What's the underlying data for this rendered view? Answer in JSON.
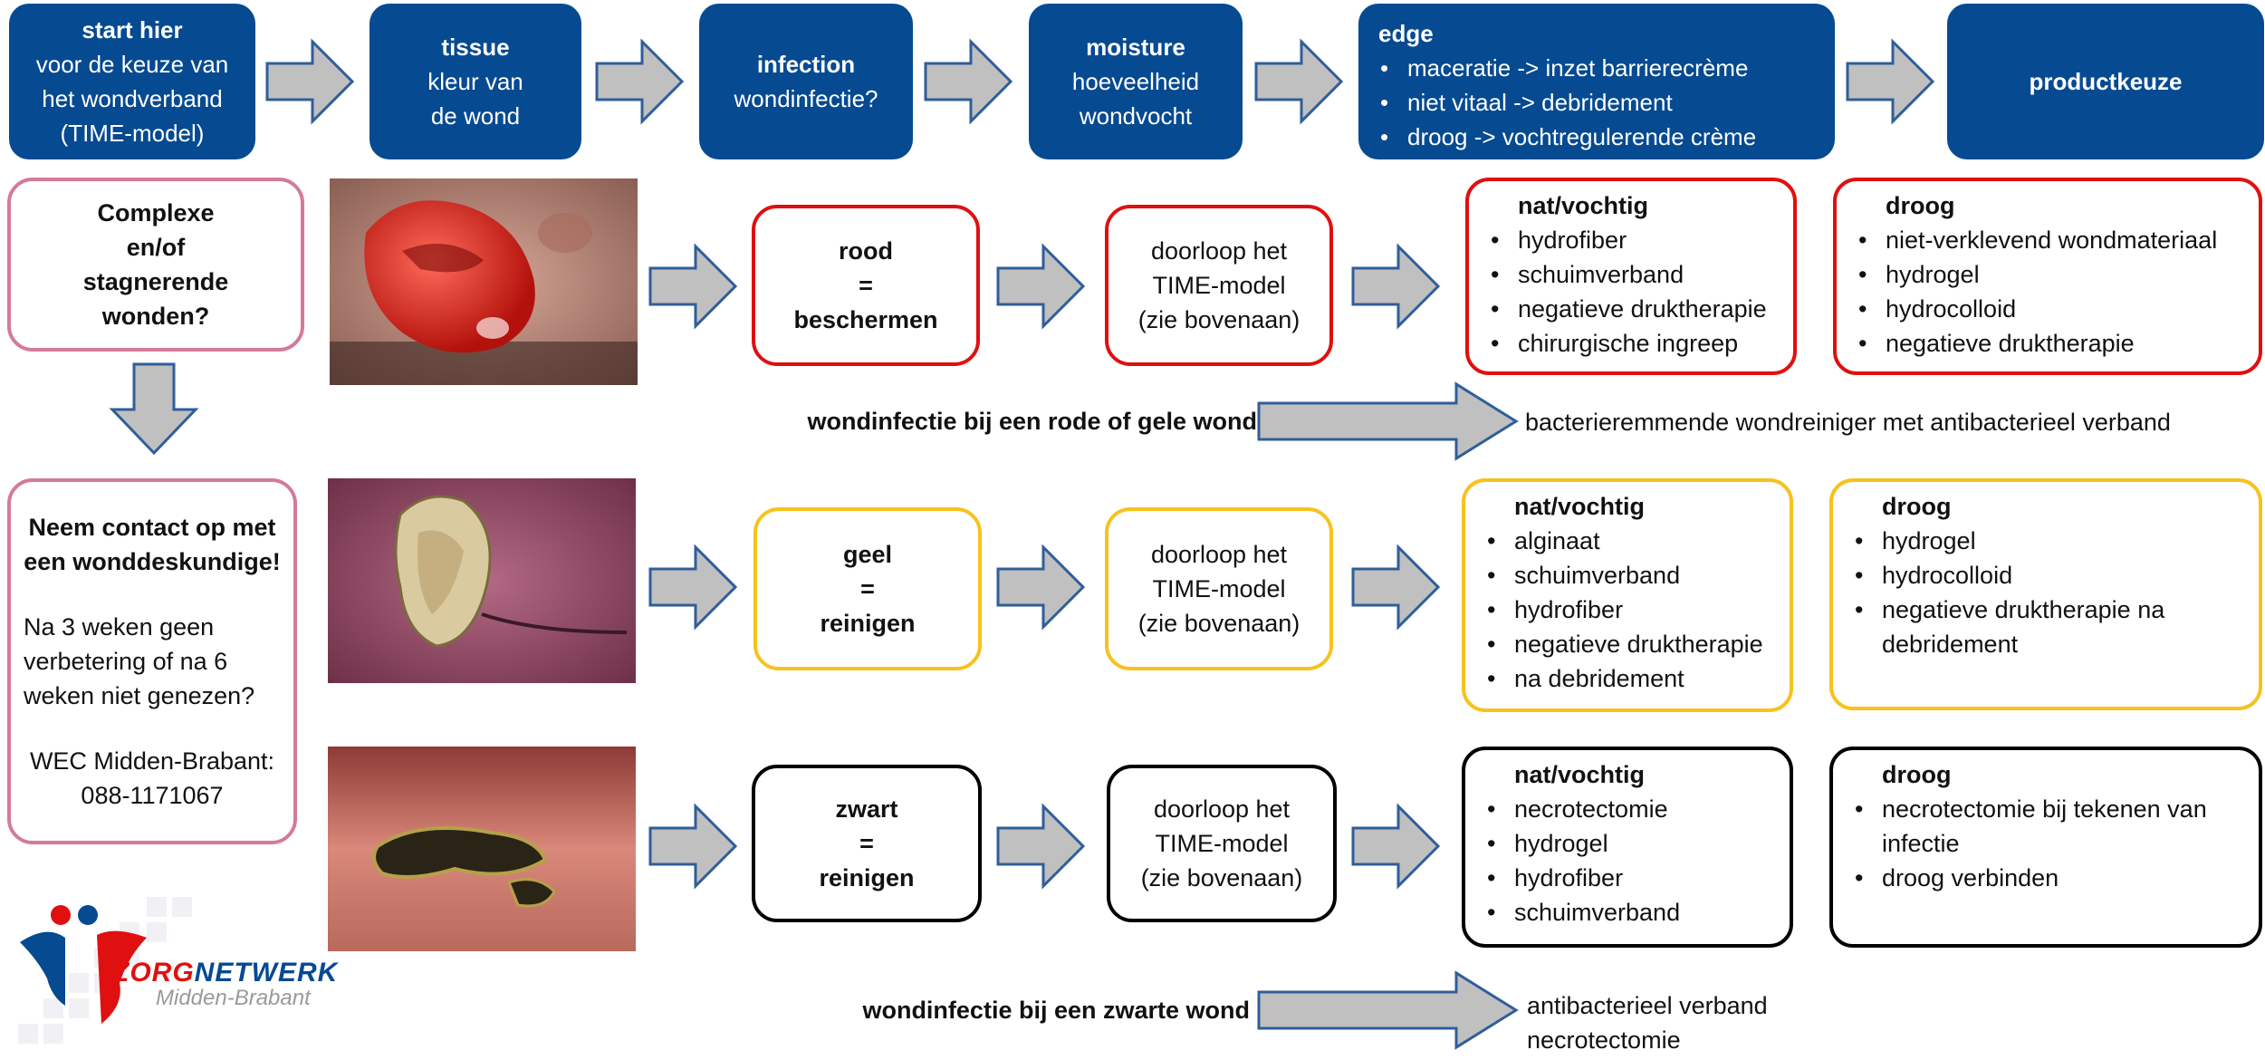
{
  "colors": {
    "navy": "#064a91",
    "red": "#e01010",
    "yellow": "#f7c21d",
    "pink": "#d47a9a",
    "arrow_fill": "#c0c0c0",
    "arrow_stroke": "#2f5e9a"
  },
  "top": {
    "start": {
      "title": "start hier",
      "line1": "voor de keuze van",
      "line2": "het wondverband",
      "line3": "(TIME-model)"
    },
    "tissue": {
      "title": "tissue",
      "line1": "kleur van",
      "line2": "de wond"
    },
    "infection": {
      "title": "infection",
      "line1": "wondinfectie?"
    },
    "moisture": {
      "title": "moisture",
      "line1": "hoeveelheid",
      "line2": "wondvocht"
    },
    "edge": {
      "title": "edge",
      "items": [
        "maceratie -> inzet barrierecrème",
        "niet vitaal -> debridement",
        "droog -> vochtregulerende crème"
      ]
    },
    "product": {
      "title": "productkeuze"
    }
  },
  "left": {
    "complex": {
      "line1": "Complexe",
      "line2": "en/of",
      "line3": "stagnerende",
      "line4": "wonden?"
    },
    "contact": {
      "heading1": "Neem contact op met",
      "heading2": "een wonddeskundige!",
      "text1": "Na 3 weken geen",
      "text2": "verbetering of na 6",
      "text3": "weken niet genezen?",
      "wec1": "WEC Midden-Brabant:",
      "wec2": "088-1171067"
    }
  },
  "rows": {
    "red": {
      "color": {
        "title": "rood",
        "eq": "=",
        "action": "beschermen"
      },
      "time": {
        "line1": "doorloop het",
        "line2": "TIME-model",
        "line3": "(zie bovenaan)"
      },
      "wet": {
        "title": "nat/vochtig",
        "items": [
          "hydrofiber",
          "schuimverband",
          "negatieve druktherapie",
          "chirurgische ingreep"
        ]
      },
      "dry": {
        "title": "droog",
        "items": [
          "niet-verklevend wondmateriaal",
          "hydrogel",
          "hydrocolloid",
          "negatieve druktherapie"
        ]
      }
    },
    "yellow": {
      "color": {
        "title": "geel",
        "eq": "=",
        "action": "reinigen"
      },
      "time": {
        "line1": "doorloop het",
        "line2": "TIME-model",
        "line3": "(zie bovenaan)"
      },
      "wet": {
        "title": "nat/vochtig",
        "items": [
          "alginaat",
          "schuimverband",
          "hydrofiber",
          "negatieve druktherapie",
          "na debridement"
        ]
      },
      "dry": {
        "title": "droog",
        "items": [
          "hydrogel",
          "hydrocolloid",
          "negatieve druktherapie na",
          "debridement"
        ]
      }
    },
    "black": {
      "color": {
        "title": "zwart",
        "eq": "=",
        "action": "reinigen"
      },
      "time": {
        "line1": "doorloop het",
        "line2": "TIME-model",
        "line3": "(zie bovenaan)"
      },
      "wet": {
        "title": "nat/vochtig",
        "items": [
          "necrotectomie",
          "hydrogel",
          "hydrofiber",
          "schuimverband"
        ]
      },
      "dry": {
        "title": "droog",
        "items": [
          "necrotectomie bij tekenen van",
          "infectie",
          "droog verbinden"
        ]
      }
    }
  },
  "infection_notes": {
    "red_yellow": {
      "label": "wondinfectie bij een rode of gele wond",
      "result": "bacterieremmende wondreiniger met antibacterieel verband"
    },
    "black": {
      "label": "wondinfectie bij een zwarte wond",
      "result1": "antibacterieel verband",
      "result2": "necrotectomie"
    }
  },
  "logo": {
    "name": "ZORGNETWERK",
    "zorg": "ZORG",
    "netwerk": "NETWERK",
    "sub": "Midden-Brabant"
  }
}
